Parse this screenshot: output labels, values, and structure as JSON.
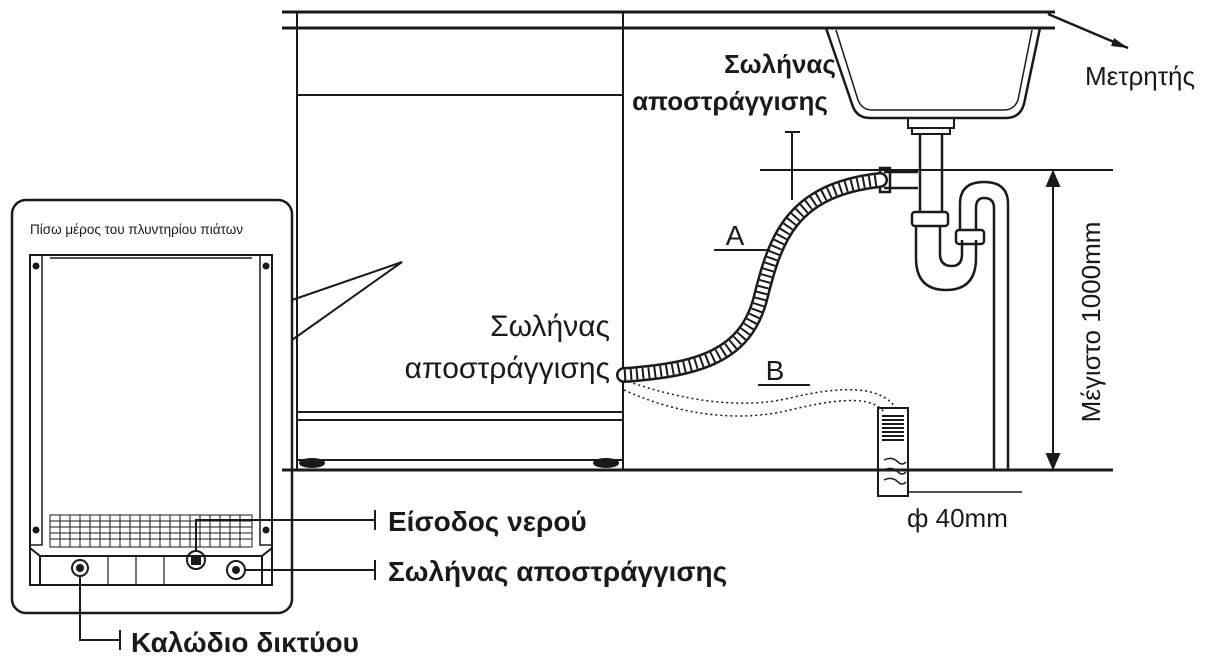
{
  "labels": {
    "rear_panel_title": "Πίσω μέρος του πλυντηρίου πιάτων",
    "drain_hose_top_line1": "Σωλήνας",
    "drain_hose_top_line2": "αποστράγγισης",
    "counter": "Μετρητής",
    "point_a": "A",
    "point_b": "B",
    "drain_hose_mid_line1": "Σωλήνας",
    "drain_hose_mid_line2": "αποστράγγισης",
    "max_height": "Μέγιστο 1000mm",
    "pipe_diameter": "ф 40mm",
    "water_inlet": "Είσοδος νερού",
    "drain_hose_bottom": "Σωλήνας αποστράγγισης",
    "power_cable": "Καλώδιο δικτύου"
  },
  "colors": {
    "line": "#1a1a1a",
    "background": "#ffffff"
  }
}
